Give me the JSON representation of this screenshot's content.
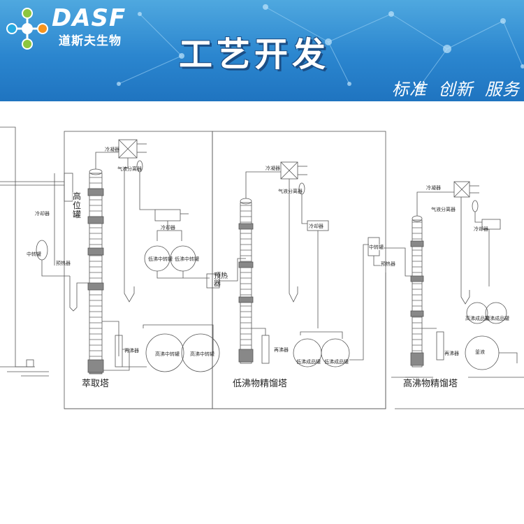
{
  "header": {
    "logo_text": "DASF",
    "logo_subtitle": "道斯夫生物",
    "title": "工艺开发",
    "slogan": "标准 创新 服务"
  },
  "diagram": {
    "sections": [
      {
        "label": "萃取塔"
      },
      {
        "label": "低沸物精馏塔"
      },
      {
        "label": "高沸物精馏塔"
      }
    ],
    "equipment": {
      "high_tank": "高位罐",
      "cooler_left": "冷却器",
      "storage_left": "中转罐",
      "preheater_left": "预热器",
      "condenser_1": "冷凝器",
      "separator_1": "气液分离器",
      "cooler_1": "冷却器",
      "tank_1a": "低沸中转罐",
      "tank_1b": "低沸中转罐",
      "reboiler_1": "再沸器",
      "tank_1c": "高沸中转罐",
      "tank_1d": "高沸中转罐",
      "preheater_mid": "预热器",
      "condenser_2": "冷凝器",
      "separator_2": "气液分离器",
      "cooler_2": "冷却器",
      "reboiler_2": "再沸器",
      "tank_2a": "低沸成品罐",
      "tank_2b": "低沸成品罐",
      "preheater_3": "预热器",
      "vessel_3": "中转罐",
      "condenser_3": "冷凝器",
      "separator_3": "气液分离器",
      "cooler_3": "冷却器",
      "tank_3a": "高沸成品罐",
      "tank_3b": "高沸成品罐",
      "reboiler_3": "再沸器",
      "tank_3c": "釜液"
    }
  }
}
